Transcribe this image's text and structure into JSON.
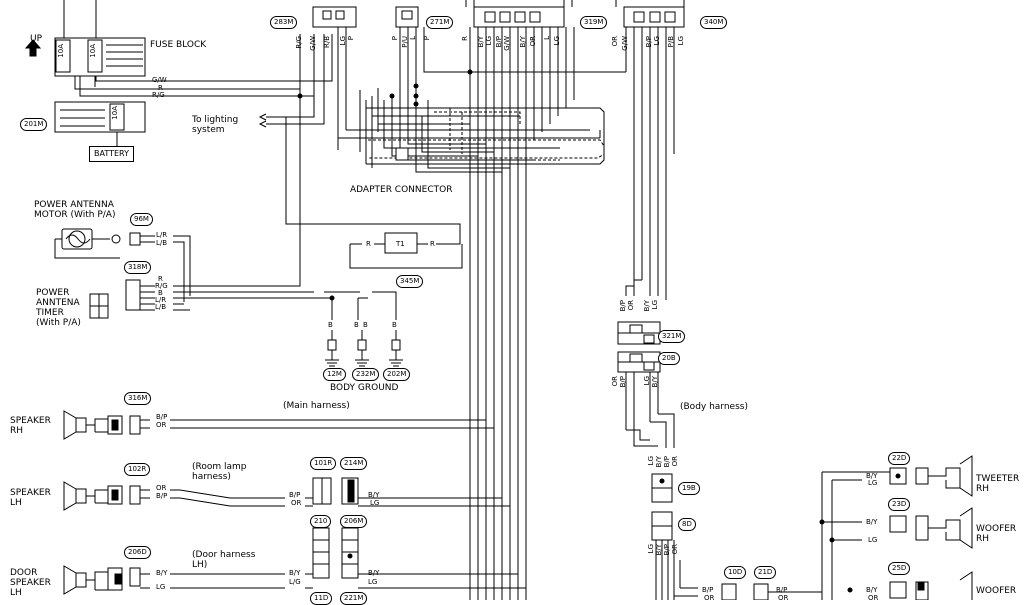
{
  "labels": {
    "up": "UP",
    "fuse_block": "FUSE BLOCK",
    "fuse1": "10A",
    "fuse2": "10A",
    "fuse3": "10A",
    "battery": "BATTERY",
    "to_lighting": "To lighting\nsystem",
    "adapter_connector": "ADAPTER CONNECTOR",
    "power_antenna_motor": "POWER ANTENNA\nMOTOR (With P/A)",
    "power_antenna_timer": "POWER\nANNTENA\nTIMER\n(With P/A)",
    "body_ground": "BODY GROUND",
    "main_harness": "(Main harness)",
    "body_harness": "(Body harness)",
    "room_lamp_harness": "(Room lamp\nharness)",
    "door_harness": "(Door harness\nLH)",
    "speaker_rh": "SPEAKER\nRH",
    "speaker_lh": "SPEAKER\nLH",
    "door_speaker": "DOOR\nSPEAKER\nLH",
    "tweeter_rh": "TWEETER\nRH",
    "woofer_rh": "WOOFER\nRH",
    "woofer": "WOOFER",
    "t1": "T1",
    "r_left": "R",
    "r_right": "R"
  },
  "connectors": {
    "c283m": "283M",
    "c271m": "271M",
    "c319m": "319M",
    "c340m": "340M",
    "c201m": "201M",
    "c96m": "96M",
    "c318m": "318M",
    "c345m": "345M",
    "c12m": "12M",
    "c232m": "232M",
    "c202m": "202M",
    "c316m": "316M",
    "c102r": "102R",
    "c101r": "101R",
    "c214m": "214M",
    "c210": "210",
    "c206m": "206M",
    "c206d": "206D",
    "c321m": "321M",
    "c20b": "20B",
    "c19b": "19B",
    "c8d": "8D",
    "c22d": "22D",
    "c23d": "23D",
    "c25d": "25D",
    "c10d": "10D",
    "c21d": "21D",
    "c11d": "11D",
    "c221m": "221M"
  },
  "wire_codes": {
    "fuse_gw": "G/W",
    "fuse_r": "R",
    "fuse_rg": "R/G",
    "c283_1": "R/G",
    "c283_2": "G/W",
    "c283_3": "R/B",
    "c283_4": "LG",
    "c283_5": "P",
    "c271_1": "P",
    "c271_2": "P/U",
    "c271_3": "L",
    "c271_p": "P",
    "c319_1": "R",
    "c319_2": "B/Y",
    "c319_3": "LG",
    "c319_4": "B/P",
    "c319_5": "G/W",
    "c319_6": "B/Y",
    "c319_7": "OR",
    "c319_8": "L",
    "c319_9": "LG",
    "c340_1": "OR",
    "c340_2": "G/W",
    "c340_3": "B/P",
    "c340_4": "LG",
    "c340_5": "P/B",
    "c340_6": "LG",
    "motor_lr": "L/R",
    "motor_lb": "L/B",
    "timer_r": "R",
    "timer_rg": "R/G",
    "timer_b": "B",
    "timer_lr": "L/R",
    "timer_lb": "L/B",
    "gnd_b1": "B",
    "gnd_b2": "B",
    "gnd_b3": "B",
    "gnd_b4": "B",
    "c321_top_1": "B/P",
    "c321_top_2": "OR",
    "c321_top_3": "B/Y",
    "c321_top_4": "LG",
    "c20b_1": "OR",
    "c20b_2": "B/P",
    "c20b_3": "LG",
    "c20b_4": "B/Y",
    "c19b_1": "LG",
    "c19b_2": "B/Y",
    "c19b_3": "B/P",
    "c19b_4": "OR",
    "c8d_1": "LG",
    "c8d_2": "B/Y",
    "c8d_3": "B/P",
    "c8d_4": "OR",
    "spkrh_bp": "B/P",
    "spkrh_or": "OR",
    "spklh_or": "OR",
    "spklh_bp": "B/P",
    "c101_bp": "B/P",
    "c101_or": "OR",
    "c214_by": "B/Y",
    "c214_lg": "LG",
    "door_by": "B/Y",
    "door_lg": "LG",
    "c210_by": "B/Y",
    "c210_lg": "L/G",
    "c206_by": "B/Y",
    "c206_lg": "LG",
    "tw_by": "B/Y",
    "tw_lg": "LG",
    "wf_by": "B/Y",
    "wf_lg": "LG",
    "wf2_by": "B/Y",
    "wf2_or": "OR",
    "c10d_bp": "B/P",
    "c10d_or": "OR",
    "c21d_bp": "B/P",
    "c21d_or": "OR"
  }
}
